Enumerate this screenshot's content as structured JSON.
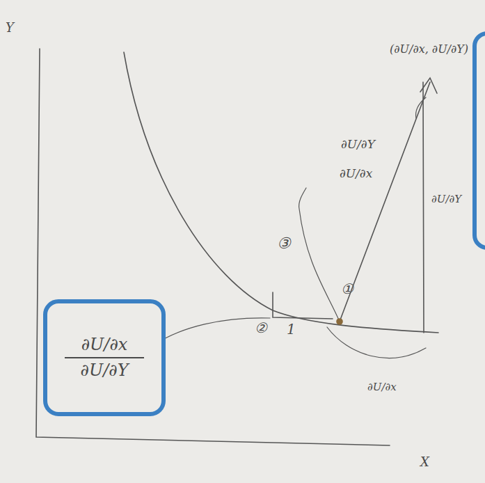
{
  "diagram": {
    "nodes": [
      {
        "text": [
          "∂U/∂x",
          "∂U/∂Y"
        ]
      }
    ],
    "labels": [
      "Y",
      "(∂U/∂x, ∂U/∂Y)",
      "∂U/∂Y",
      "∂U/∂x",
      "∂U/∂Y",
      "③",
      "②",
      "1",
      "①",
      "∂U/∂x",
      "X"
    ]
  }
}
